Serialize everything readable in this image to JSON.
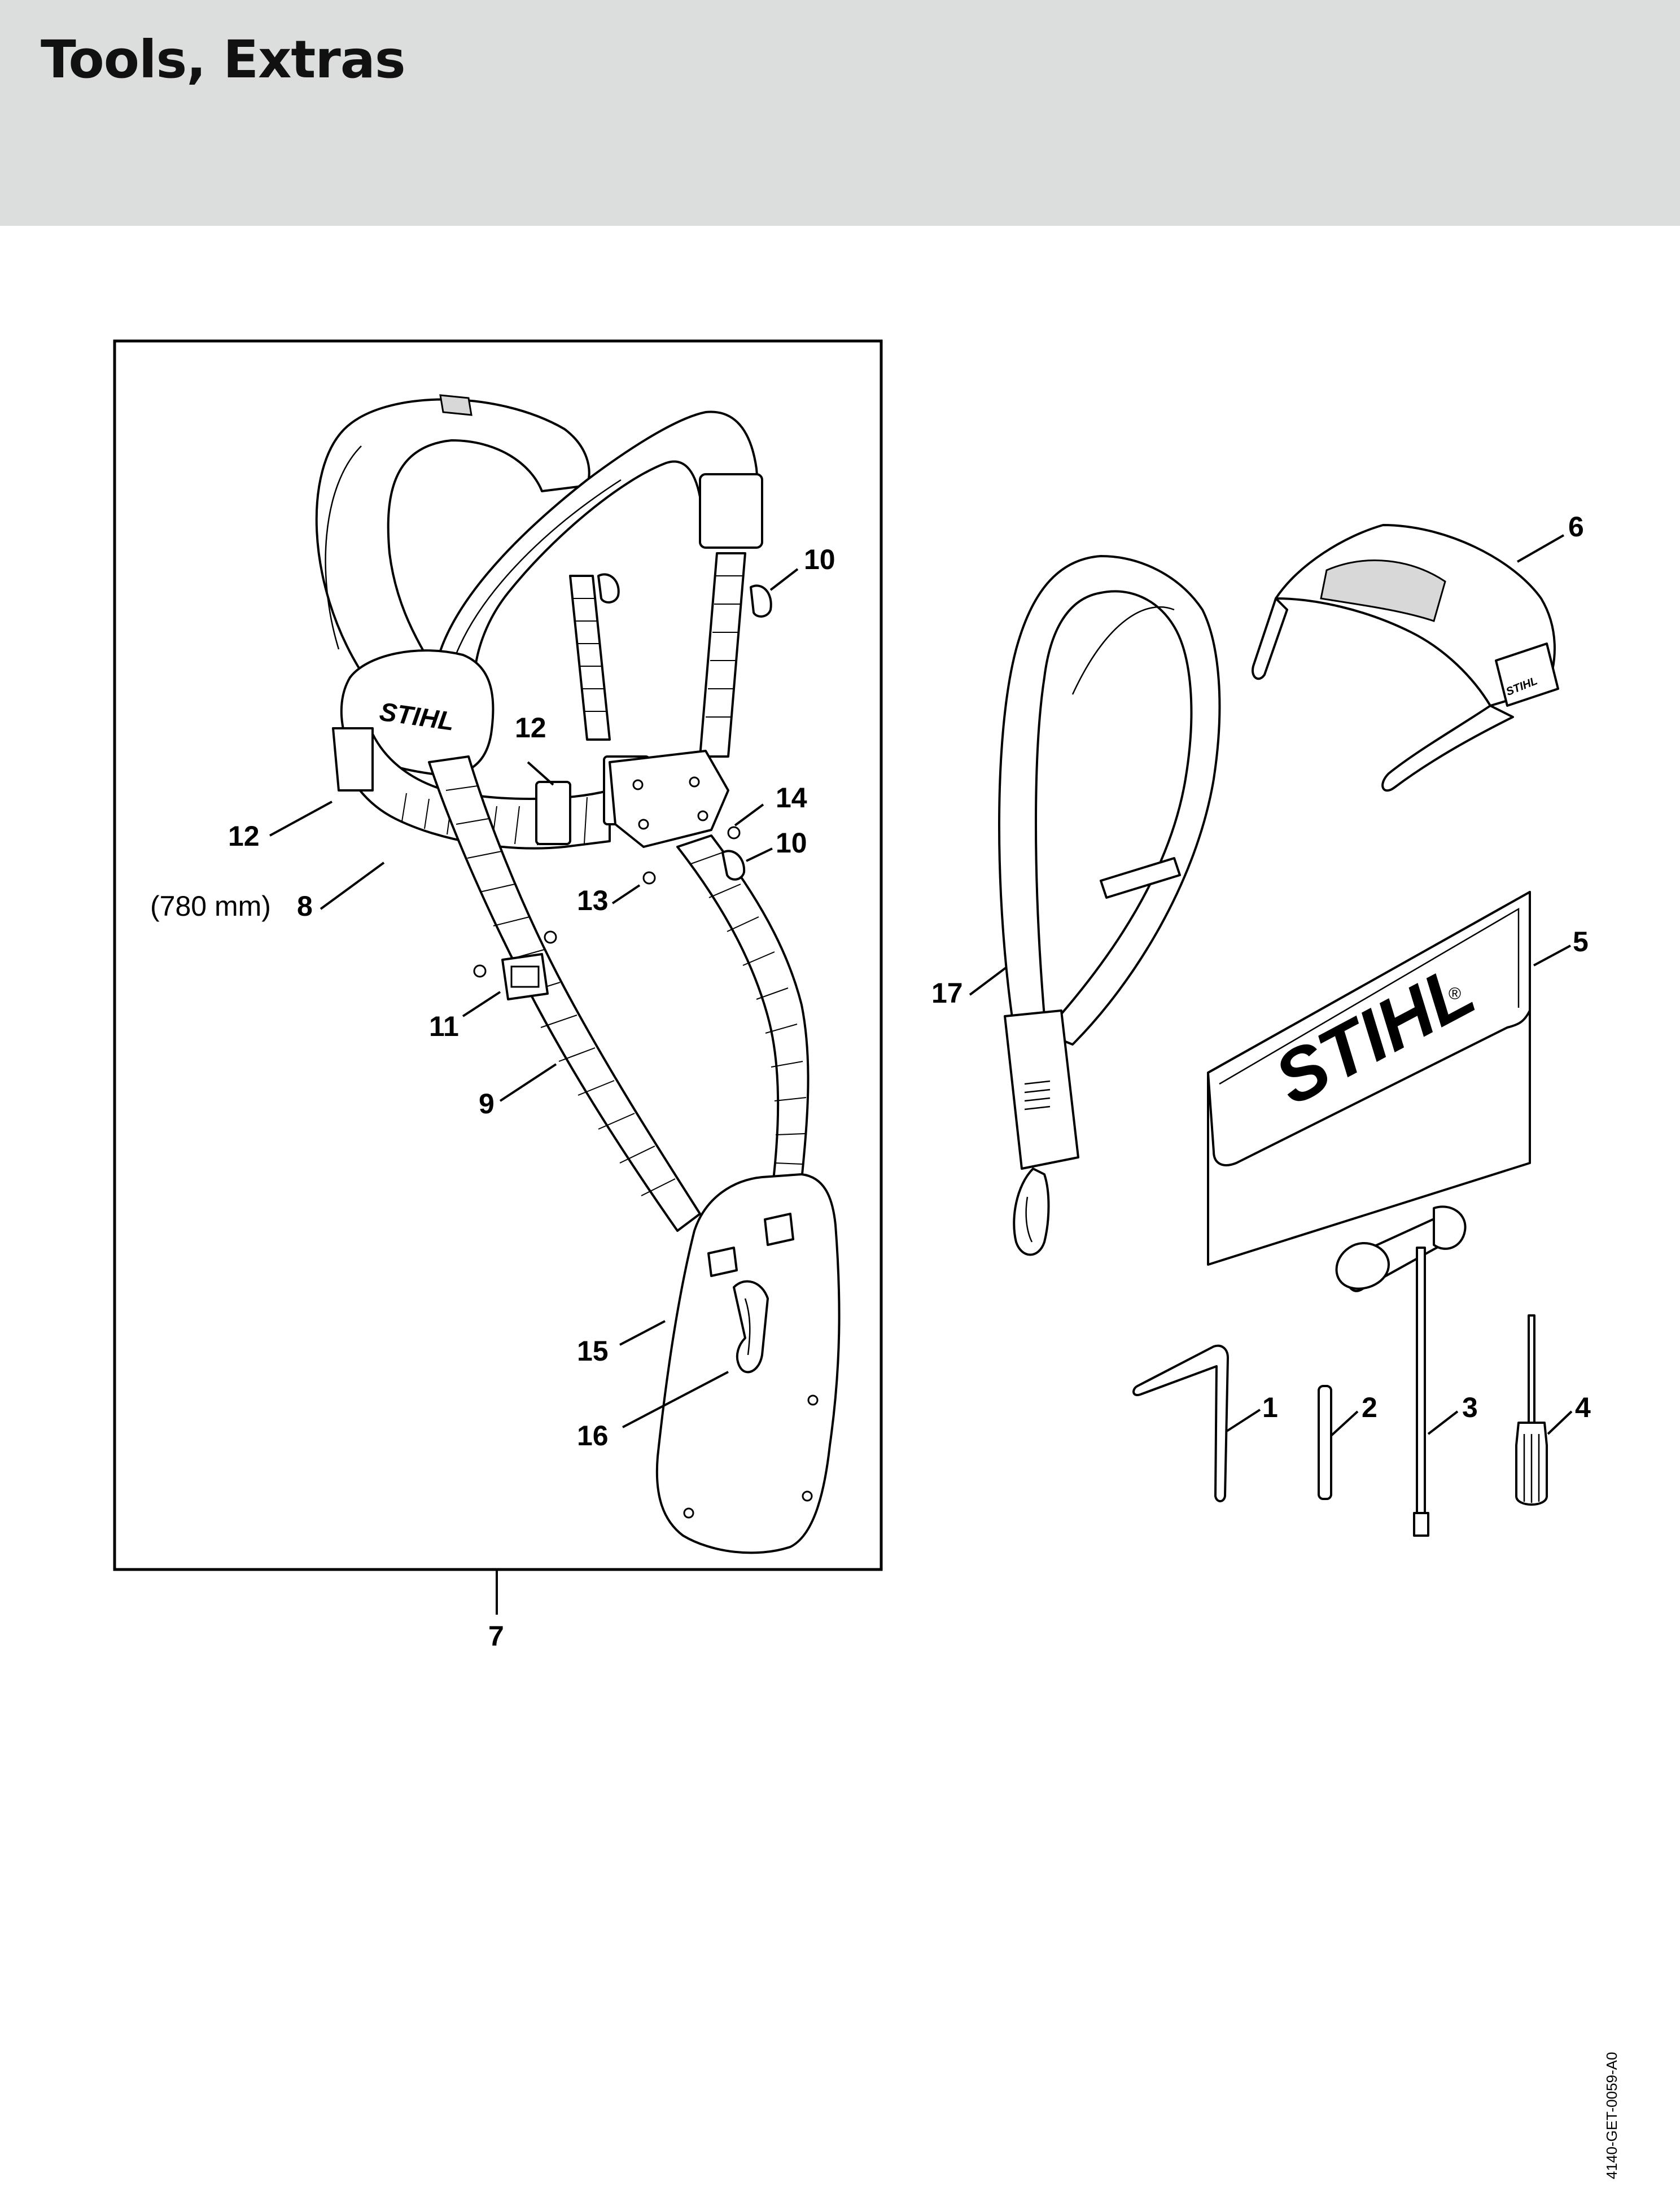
{
  "header": {
    "title": "Tools, Extras",
    "background_color": "#dcdedd"
  },
  "callouts": {
    "c1": "1",
    "c2": "2",
    "c3": "3",
    "c4": "4",
    "c5": "5",
    "c6": "6",
    "c7": "7",
    "c8": "8",
    "c8_note": "(780 mm)",
    "c9": "9",
    "c10a": "10",
    "c10b": "10",
    "c11": "11",
    "c12a": "12",
    "c12b": "12",
    "c13": "13",
    "c14": "14",
    "c15": "15",
    "c16": "16",
    "c17": "17"
  },
  "brand": {
    "harness_logo": "STIHL",
    "pouch_logo": "STIHL",
    "pouch_mark": "®",
    "glasses_logo": "STIHL"
  },
  "footer": {
    "doc_code": "4140-GET-0059-A0"
  }
}
